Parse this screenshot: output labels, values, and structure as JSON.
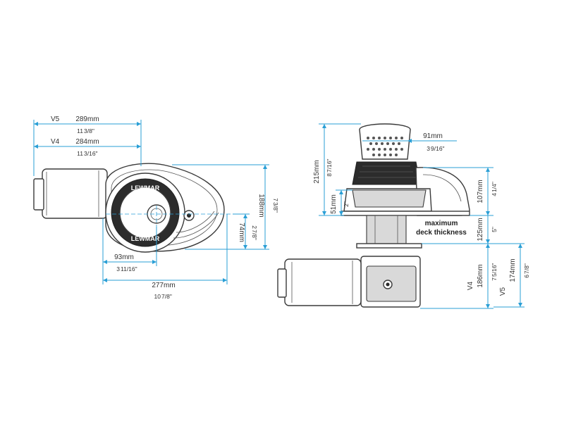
{
  "colors": {
    "dimension": "#2a9fd6",
    "outline": "#3a3a3a",
    "text": "#333333",
    "background": "#ffffff"
  },
  "left_view": {
    "v5_label": "V5",
    "v5_width_mm": "289mm",
    "v5_width_in": "11",
    "v5_width_in_frac": "3/8\"",
    "v4_label": "V4",
    "v4_width_mm": "284mm",
    "v4_width_in": "11",
    "v4_width_in_frac": "3/16\"",
    "height_mm": "188mm",
    "height_in": "7",
    "height_in_frac": "3/8\"",
    "center_height_mm": "74mm",
    "center_height_in": "2",
    "center_height_in_frac": "7/8\"",
    "offset_mm": "93mm",
    "offset_in": "3",
    "offset_in_frac": "11/16\"",
    "length_mm": "277mm",
    "length_in": "10",
    "length_in_frac": "7/8\"",
    "cover_text_top": "LEWMAR",
    "cover_text_bottom": "LEWMAR"
  },
  "right_view": {
    "total_height_mm": "215mm",
    "total_height_in": "8",
    "total_height_in_frac": "7/16\"",
    "gypsy_dia_mm": "91mm",
    "gypsy_dia_in": "3",
    "gypsy_dia_in_frac": "9/16\"",
    "base_height_mm": "51mm",
    "base_height_in": "2\"",
    "above_deck_mm": "107mm",
    "above_deck_in": "4",
    "above_deck_in_frac": "1/4\"",
    "deck_mm": "125mm",
    "deck_in": "5\"",
    "deck_note_line1": "maximum",
    "deck_note_line2": "deck thickness",
    "v4_label": "V4",
    "v4_below_mm": "186mm",
    "v4_below_in": "7",
    "v4_below_in_frac": "5/16\"",
    "v5_label": "V5",
    "v5_below_mm": "174mm",
    "v5_below_in": "6",
    "v5_below_in_frac": "7/8\""
  }
}
